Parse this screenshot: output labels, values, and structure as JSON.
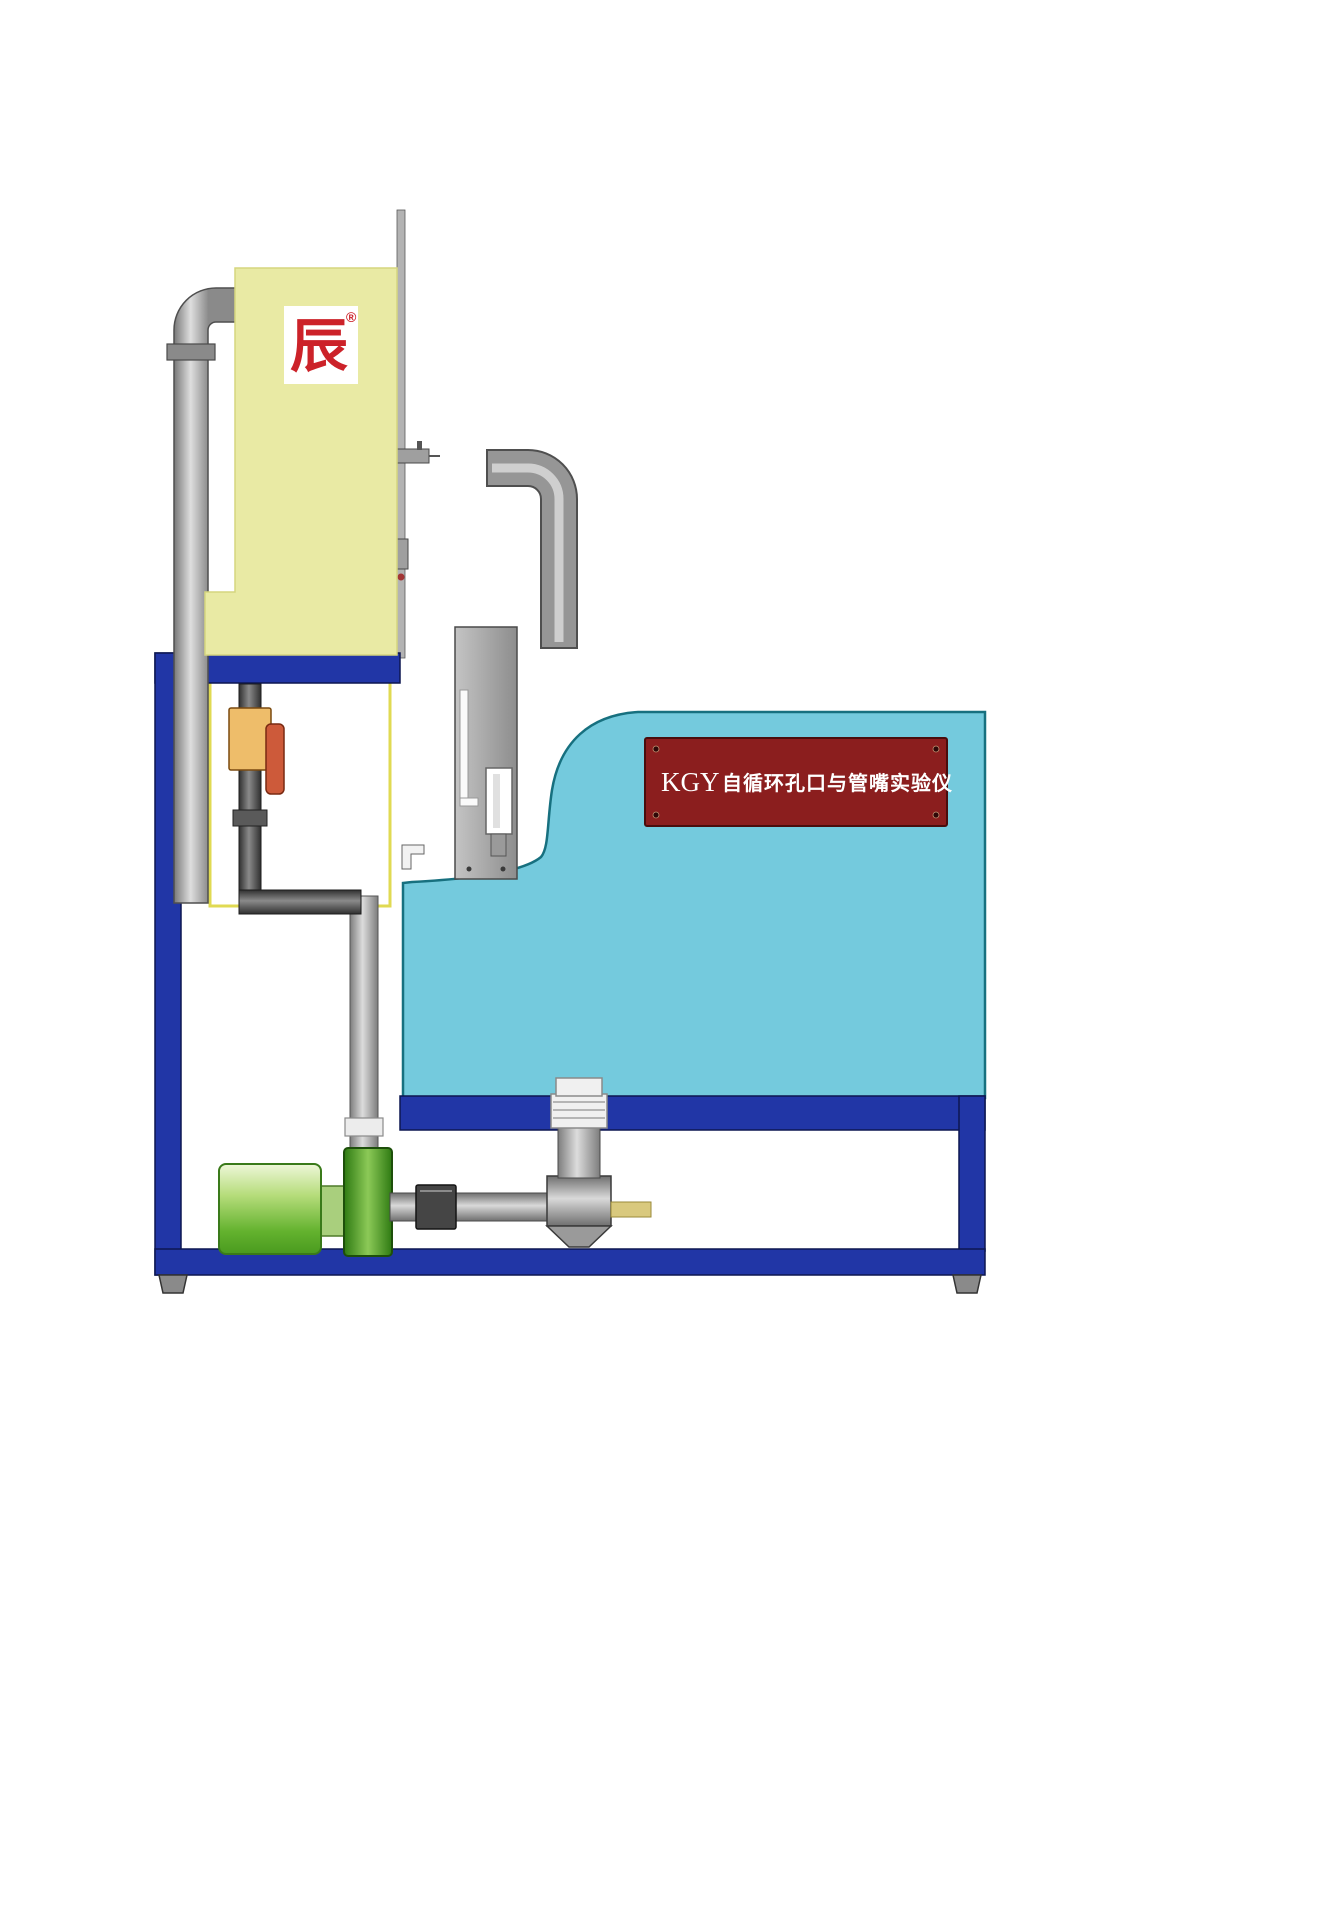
{
  "colors": {
    "frame_blue": "#2136a6",
    "supply_tank_yellow": "#e9eaa4",
    "reservoir_cyan": "#74cadd",
    "plate_red": "#8b1e1e",
    "logo_red": "#cc2229",
    "valve_body_tan": "#eebd6a",
    "valve_handle_orange": "#cd5a3a",
    "outlet_brass": "#d9c97e"
  },
  "plate": {
    "model": "KGY",
    "title": "自循环孔口与管嘴实验仪"
  },
  "logo": {
    "glyph": "辰",
    "registered": "®"
  }
}
